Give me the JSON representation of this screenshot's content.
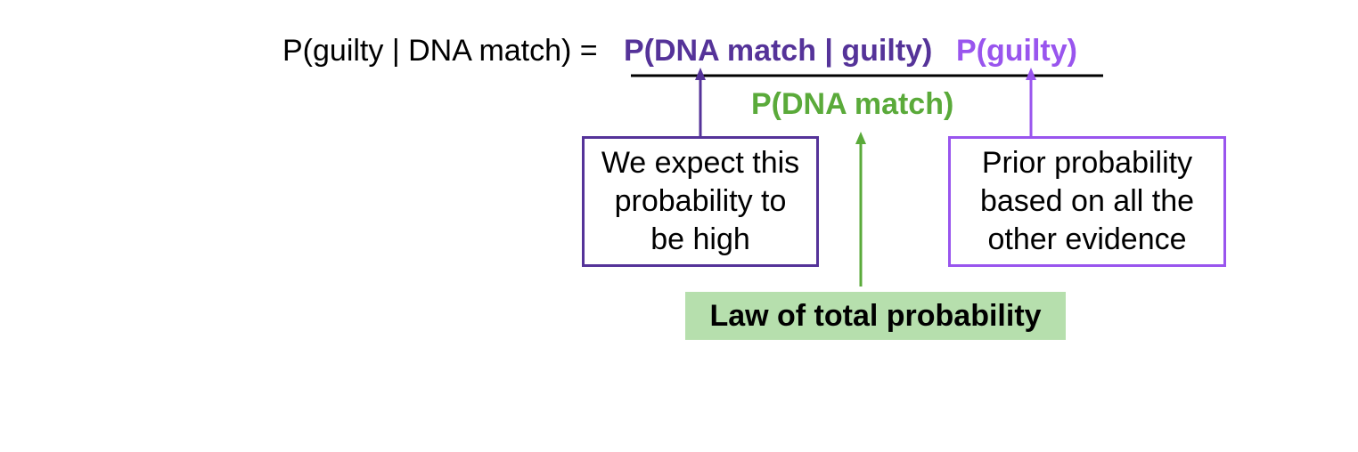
{
  "colors": {
    "likelihood": "#553399",
    "prior": "#9955ee",
    "evidence": "#5aaa3a",
    "law_background": "#b6dfad",
    "text": "#000000",
    "fraction_bar": "#000000"
  },
  "formula": {
    "lhs": "P(guilty | DNA match) =",
    "numerator_likelihood": "P(DNA match | guilty)",
    "numerator_prior": "P(guilty)",
    "denominator": "P(DNA match)"
  },
  "annotations": {
    "likelihood_note": "We expect this\nprobability to\nbe high",
    "prior_note": "Prior probability\nbased on all the\nother evidence",
    "evidence_note": "Law of total probability"
  }
}
